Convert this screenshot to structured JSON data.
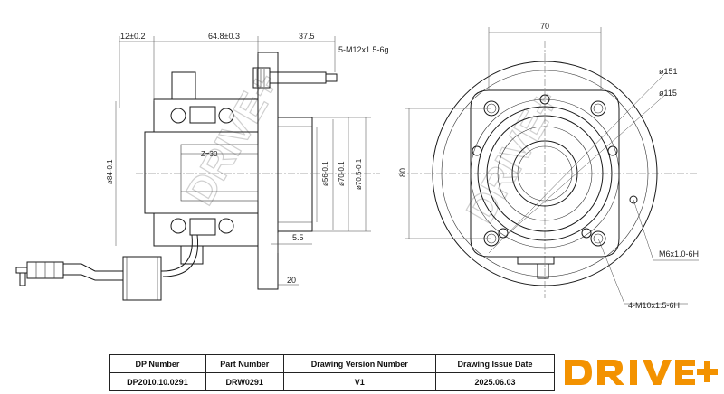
{
  "dimensions": {
    "left_offset": "12±0.2",
    "flange_span": "64.8±0.3",
    "stud_length": "37.5",
    "stud_thread": "5-M12x1.5-6g",
    "bore_width": "70",
    "ring_width": "20",
    "step_width": "5.5",
    "teeth": "Z=30",
    "dia_84": "ø84-0.1",
    "dia_56": "ø56-0.1",
    "dia_70": "ø70-0.1",
    "dia_70_5": "ø70.5-0.1",
    "height_80": "80",
    "pcd_151": "ø151",
    "pcd_115": "ø115",
    "thread_m6": "M6x1.0-6H",
    "thread_m10": "4-M10x1.5-6H"
  },
  "watermark": "DRIVE+",
  "title_block": {
    "headers": [
      "DP Number",
      "Part Number",
      "Drawing Version Number",
      "Drawing Issue Date"
    ],
    "values": [
      "DP2010.10.0291",
      "DRW0291",
      "V1",
      "2025.06.03"
    ]
  },
  "logo_text": "DR|VE+",
  "colors": {
    "logo_orange": "#f39200",
    "line": "#1a1a1a"
  }
}
